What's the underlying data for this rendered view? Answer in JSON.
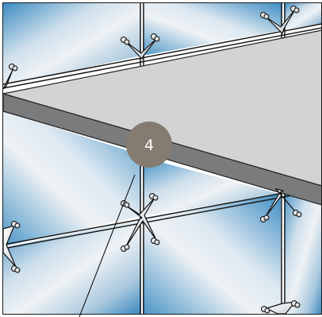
{
  "callout": {
    "number": "4"
  },
  "colors": {
    "glass_light": "#e9eef2",
    "glass_blue": "#3f8fc4",
    "mullion": "#1a1a1a",
    "canopy_top": "#d2d3d5",
    "canopy_edge": "#7a7b7d",
    "callout_fill": "#857b70",
    "callout_text": "#ffffff",
    "leader_line": "#000000"
  },
  "components": [
    "glass-panel",
    "mullion",
    "spider-fitting",
    "bolt",
    "canopy",
    "callout-marker",
    "leader-line"
  ]
}
